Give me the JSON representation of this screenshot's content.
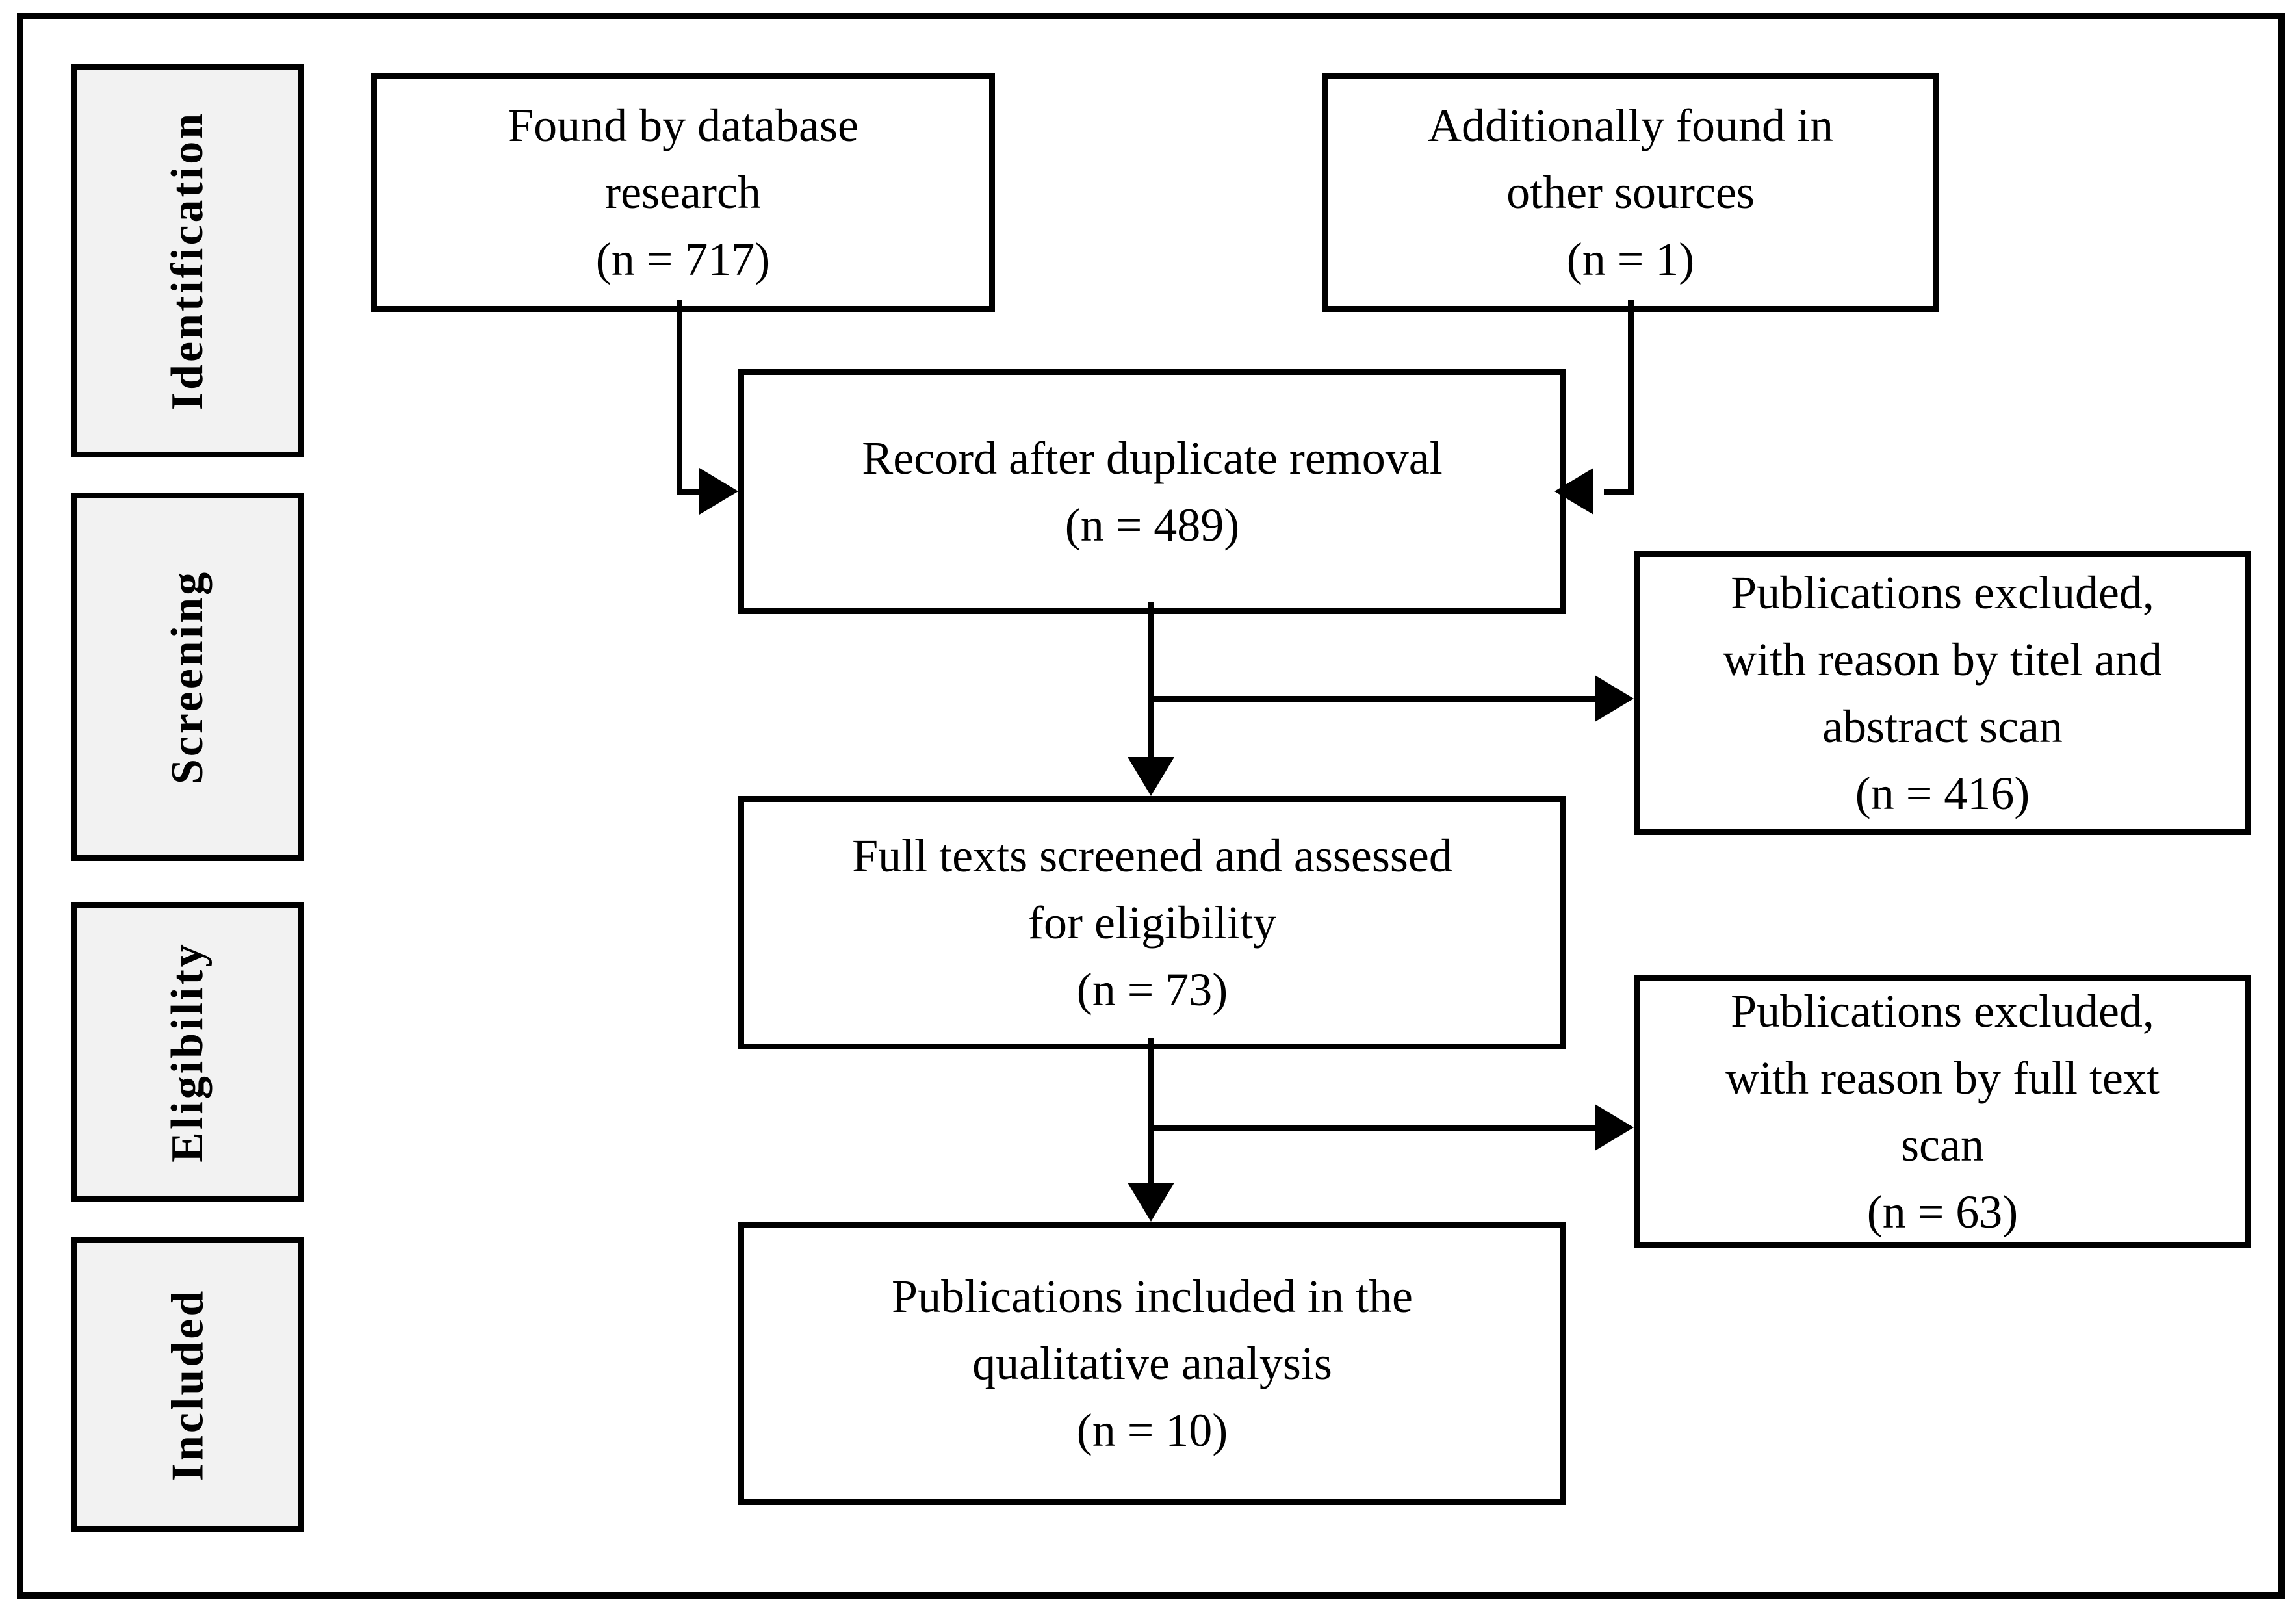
{
  "figure": {
    "stages": [
      {
        "label": "Identification"
      },
      {
        "label": "Screening"
      },
      {
        "label": "Eligibility"
      },
      {
        "label": "Included"
      }
    ],
    "nodes": [
      {
        "lines": [
          "Found by database",
          "research",
          "(n = 717)"
        ]
      },
      {
        "lines": [
          "Additionally found in",
          "other sources",
          "(n = 1)"
        ]
      },
      {
        "lines": [
          "Record after duplicate removal",
          "(n = 489)"
        ]
      },
      {
        "lines": [
          "Publications excluded,",
          "with reason by titel and",
          "abstract scan",
          "(n = 416)"
        ]
      },
      {
        "lines": [
          "Full texts screened and assessed",
          "for eligibility",
          "(n = 73)"
        ]
      },
      {
        "lines": [
          "Publications excluded,",
          "with reason by full text",
          "scan",
          "(n = 63)"
        ]
      },
      {
        "lines": [
          "Publications included in the",
          "qualitative analysis",
          "(n = 10)"
        ]
      }
    ],
    "colors": {
      "stage_fill": "#f2f2f2",
      "line": "#000000",
      "node_fill": "#ffffff",
      "background": "#ffffff"
    }
  }
}
